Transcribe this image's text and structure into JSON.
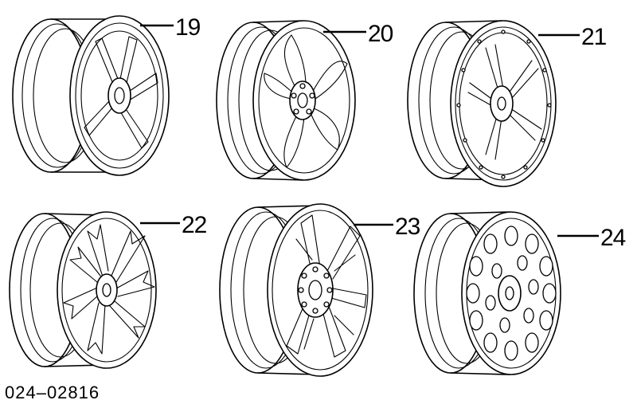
{
  "diagram": {
    "wheels": [
      {
        "callout": "19",
        "style": "five-split-spoke"
      },
      {
        "callout": "20",
        "style": "five-curved-spoke"
      },
      {
        "callout": "21",
        "style": "five-double-spoke"
      },
      {
        "callout": "22",
        "style": "multi-spoke-star"
      },
      {
        "callout": "23",
        "style": "five-spoke-star"
      },
      {
        "callout": "24",
        "style": "cross-spoke-mesh"
      }
    ],
    "part_code": "024–02816"
  }
}
